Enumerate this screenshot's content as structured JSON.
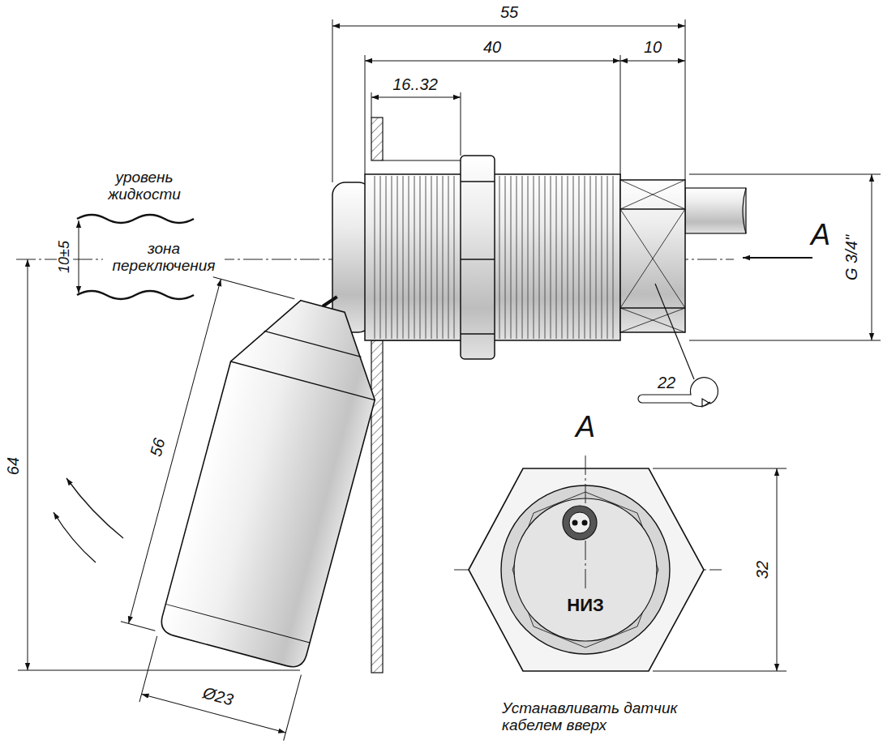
{
  "diagram": {
    "labels": [
      "55",
      "40",
      "10",
      "16..32",
      "уровень жидкости",
      "10±5",
      "зона переключения",
      "A",
      "G 3/4\"",
      "22",
      "64",
      "56",
      "Ø23",
      "A",
      "НИЗ",
      "32",
      "Устанавливать датчик кабелем вверх"
    ]
  }
}
